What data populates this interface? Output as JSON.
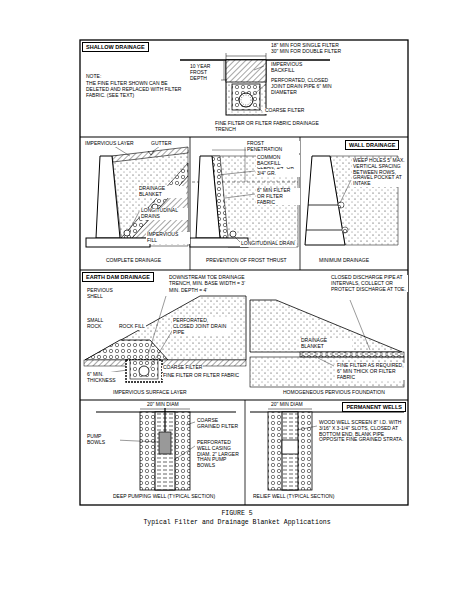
{
  "diagram": {
    "title": "FIGURE 5",
    "caption": "Typical Filter and Drainage Blanket Applications",
    "nodes": [
      {
        "text": [
          "SHALLOW DRAINAGE"
        ]
      },
      {
        "text": [
          "WALL DRAINAGE"
        ]
      },
      {
        "text": [
          "EARTH DAM DRAINAGE"
        ]
      },
      {
        "text": [
          "PERMANENT WELLS"
        ]
      }
    ],
    "labels": [
      "NOTE:",
      "THE FINE FILTER SHOWN CAN BE DELETED AND REPLACED WITH FILTER FABRIC. (SEE TEXT)",
      "18\" MIN FOR SINGLE FILTER",
      "30\" MIN FOR DOUBLE FILTER",
      "10 YEAR FROST DEPTH",
      "IMPERVIOUS BACKFILL",
      "PERFORATED, CLOSED JOINT DRAIN PIPE 6\" MIN DIAMETER",
      "COARSE FILTER",
      "FINE FILTER OR FILTER FABRIC DRAINAGE TRENCH",
      "IMPERVIOUS LAYER",
      "GUTTER",
      "DRAINAGE BLANKET",
      "LONGITUDINAL DRAINS",
      "IMPERVIOUS FILL",
      "COMPLETE DRAINAGE",
      "FROST PENETRATION",
      "CLEAN, 1/4\" OR 3/4\" GR.",
      "COMMON BACKFILL",
      "6\" MIN FILTER OR FILTER FABRIC",
      "LONGITUDINAL DRAIN",
      "PREVENTION OF FROST THRUST",
      "WEEP HOLES 5' MAX. VERTICAL SPACING BETWEEN ROWS, GRAVEL POCKET AT INTAKE",
      "MINIMUM DRAINAGE",
      "DOWNSTREAM TOE DRAINAGE TRENCH, MIN. BASE WIDTH = 3'",
      "MIN. DEPTH = 4'",
      "PERVIOUS SHELL",
      "SMALL ROCK",
      "ROCK FILL",
      "PERFORATED, CLOSED JOINT DRAIN PIPE",
      "COARSE FILTER",
      "FINE FILTER OR FILTER FABRIC",
      "6\" MIN. THICKNESS",
      "IMPERVIOUS SURFACE LAYER",
      "CLOSED DISCHARGE PIPE AT INTERVALS, COLLECT OR PROTECT DISCHARGE AT TOE.",
      "DRAINAGE BLANKET",
      "FINE FILTER AS REQUIRED, 6\" MIN THICK OR FILTER FABRIC",
      "HOMOGENEOUS PERVIOUS FOUNDATION",
      "20\" MIN DIAM",
      "PUMP BOWLS",
      "COARSE GRAINED FILTER",
      "PERFORATED WELL CASING DIAM. 2\" LARGER THAN PUMP BOWLS",
      "DEEP PUMPING WELL (TYPICAL SECTION)",
      "20\" MIN DIAM",
      "WOOD WELL SCREEN 8\" I.D. WITH 3/16\" X 3-1/4\" SLOTS, CLOSED AT BOTTOM END, BLANK PIPE OPPOSITE FINE GRAINED STRATA.",
      "RELIEF WELL (TYPICAL SECTION)"
    ]
  }
}
